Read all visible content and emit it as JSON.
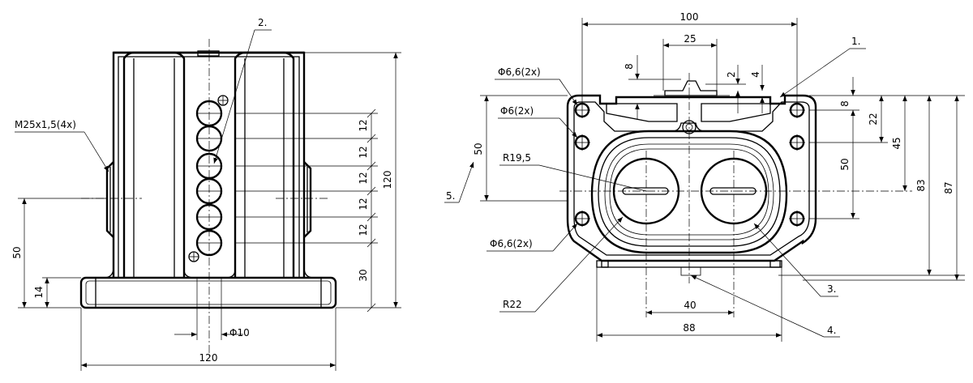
{
  "side_view": {
    "label_thread": "M25x1,5(4x)",
    "callout_2": "2.",
    "dim_12_a": "12",
    "dim_12_b": "12",
    "dim_12_c": "12",
    "dim_12_d": "12",
    "dim_12_e": "12",
    "dim_30": "30",
    "dim_120_height": "120",
    "dim_50": "50",
    "dim_14": "14",
    "dim_phi10": "Φ10",
    "dim_120_width": "120"
  },
  "front_view": {
    "dim_100": "100",
    "callout_1": "1.",
    "dim_25": "25",
    "dim_8_top": "8",
    "dim_2": "2",
    "dim_4": "4",
    "label_phi66_top": "Φ6,6(2x)",
    "label_phi6": "Φ6(2x)",
    "dim_8_right": "8",
    "dim_22": "22",
    "dim_45": "45",
    "dim_50_right": "50",
    "dim_83": "83",
    "dim_87": "87",
    "dim_50_left": "50",
    "label_r195": "R19,5",
    "callout_5": "5.",
    "label_phi66_bottom": "Φ6,6(2x)",
    "callout_3": "3.",
    "label_r22": "R22",
    "dim_40": "40",
    "dim_88": "88",
    "callout_4": "4."
  }
}
